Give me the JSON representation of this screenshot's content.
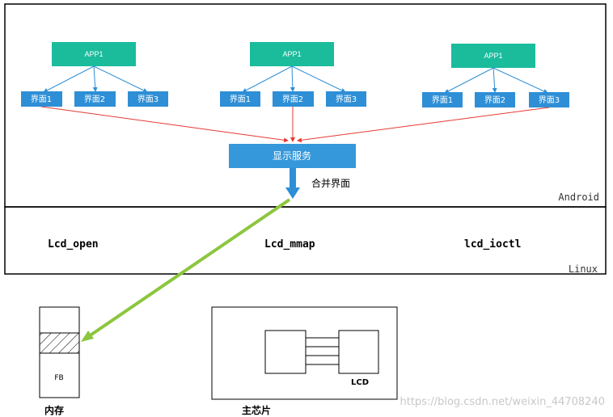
{
  "android_layer": {
    "label": "Android",
    "groups": [
      {
        "app": "APP1",
        "pages": [
          "界面1",
          "界面2",
          "界面3"
        ]
      },
      {
        "app": "APP1",
        "pages": [
          "界面1",
          "界面2",
          "界面3"
        ]
      },
      {
        "app": "APP1",
        "pages": [
          "界面1",
          "界面2",
          "界面3"
        ]
      }
    ],
    "service": "显示服务",
    "merge_label": "合并界面"
  },
  "linux_layer": {
    "label": "Linux",
    "functions": [
      "Lcd_open",
      "Lcd_mmap",
      "lcd_ioctl"
    ]
  },
  "memory": {
    "fb_label": "FB",
    "caption": "内存"
  },
  "chip": {
    "lcd_label": "LCD",
    "caption": "主芯片"
  },
  "watermark": "https://blog.csdn.net/weixin_44708240",
  "colors": {
    "app_box": "#1abc9c",
    "page_box": "#2e8fd6",
    "service_box": "#3498db",
    "red_line": "#e53935",
    "green_arrow": "#8cc63f"
  }
}
